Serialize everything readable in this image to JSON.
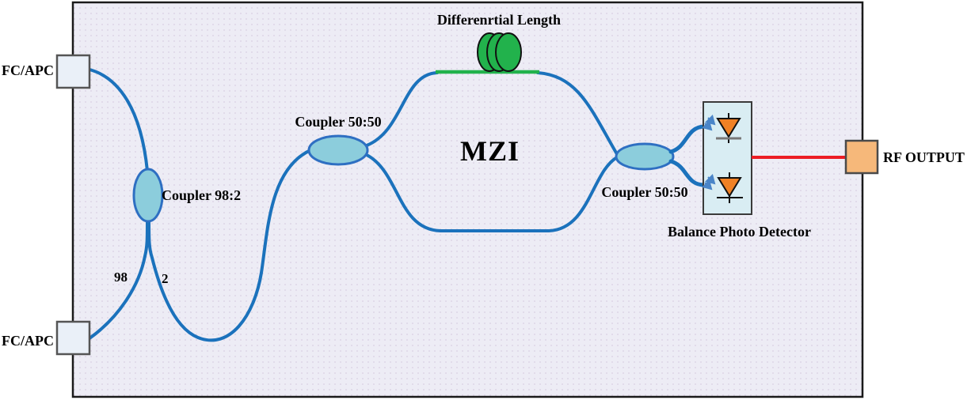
{
  "diagram": {
    "type": "optical-schematic",
    "labels": {
      "fc_apc_top": "FC/APC",
      "fc_apc_bottom": "FC/APC",
      "coupler_98_2": "Coupler 98:2",
      "port_98": "98",
      "port_2": "2",
      "coupler_50_50_input": "Coupler 50:50",
      "differential_length": "Differenrtial Length",
      "mzi": "MZI",
      "coupler_50_50_output": "Coupler 50:50",
      "balance_photo_detector": "Balance Photo Detector",
      "rf_output": "RF OUTPUT"
    },
    "colors": {
      "fiber_blue": "#1b72bc",
      "green_fiber": "#22b24c",
      "coupler_fill": "#8ccddc",
      "coupler_stroke": "#2e6fc2",
      "panel_bg": "#edecf5",
      "panel_dot": "#d9cfe2",
      "panel_border": "#1a1a1a",
      "connector_fill": "#eaf0f8",
      "connector_border": "#555555",
      "detector_fill": "#d9edf3",
      "detector_border": "#3a3a3a",
      "photodiode_orange": "#f08125",
      "diode_bar_gray": "#787878",
      "arrow_blue": "#4a85c8",
      "rf_line_red": "#ec1c24",
      "rf_connector_fill": "#f6b87a",
      "rf_connector_border": "#4a4a4a",
      "text_color": "#000000"
    }
  }
}
